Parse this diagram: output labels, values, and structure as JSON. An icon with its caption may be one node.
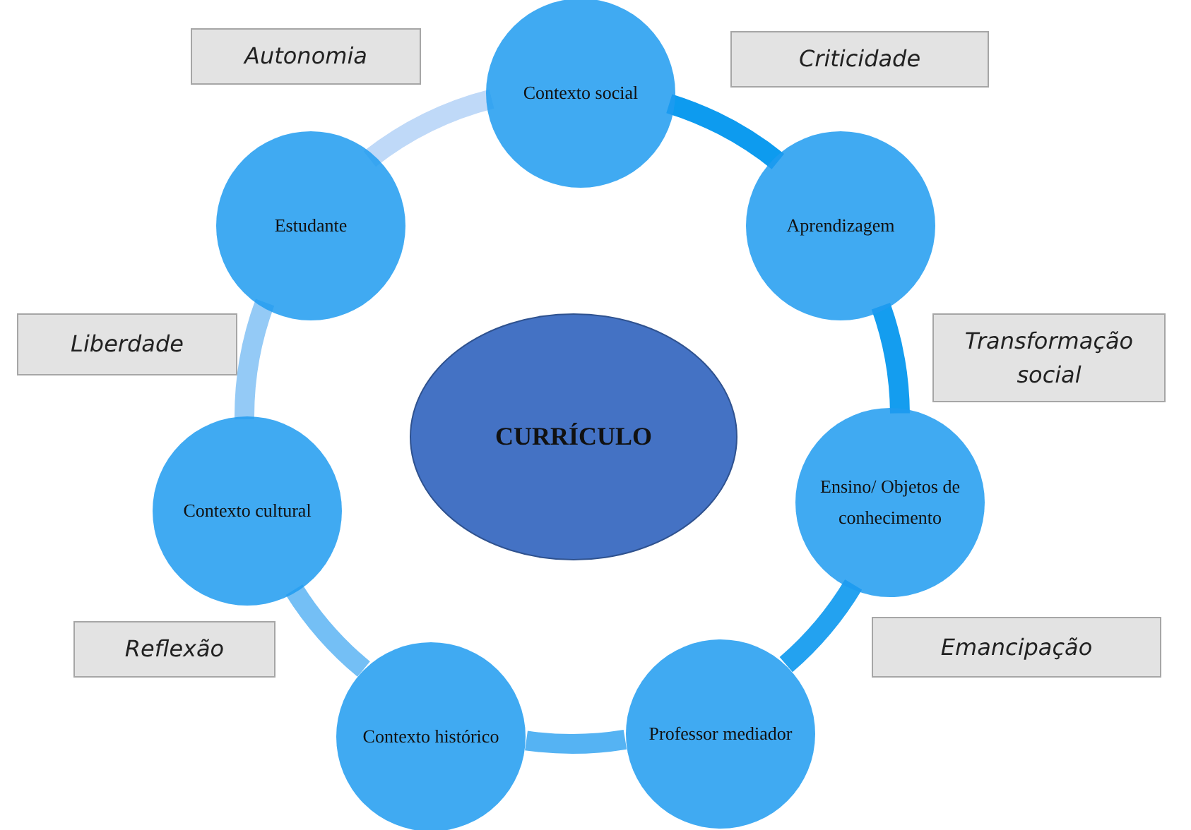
{
  "diagram": {
    "nodes": [
      {
        "text": [
          "Contexto social"
        ]
      },
      {
        "text": [
          "Aprendizagem"
        ]
      },
      {
        "text": [
          "Ensino/ Objetos de conhecimento"
        ]
      },
      {
        "text": [
          "Professor mediador"
        ]
      },
      {
        "text": [
          "Contexto histórico"
        ]
      },
      {
        "text": [
          "Contexto cultural"
        ]
      },
      {
        "text": [
          "Estudante"
        ]
      },
      {
        "text": [
          "CURRÍCULO"
        ]
      },
      {
        "text": [
          "Autonomia"
        ]
      },
      {
        "text": [
          "Criticidade"
        ]
      },
      {
        "text": [
          "Liberdade"
        ]
      },
      {
        "text": [
          "Transformação social"
        ]
      },
      {
        "text": [
          "Reflexão"
        ]
      },
      {
        "text": [
          "Emancipação"
        ]
      }
    ],
    "edges": [
      {
        "from": 0,
        "to": 1,
        "arrow": "none",
        "color": "#0d9bef"
      },
      {
        "from": 1,
        "to": 2,
        "arrow": "none",
        "color": "#149def"
      },
      {
        "from": 2,
        "to": 3,
        "arrow": "none",
        "color": "#23a2f0"
      },
      {
        "from": 3,
        "to": 4,
        "arrow": "none",
        "color": "#55b3f3"
      },
      {
        "from": 4,
        "to": 5,
        "arrow": "none",
        "color": "#74bff5"
      },
      {
        "from": 5,
        "to": 6,
        "arrow": "none",
        "color": "#94caf6"
      },
      {
        "from": 6,
        "to": 0,
        "arrow": "none",
        "color": "#bfd9f8"
      }
    ]
  }
}
